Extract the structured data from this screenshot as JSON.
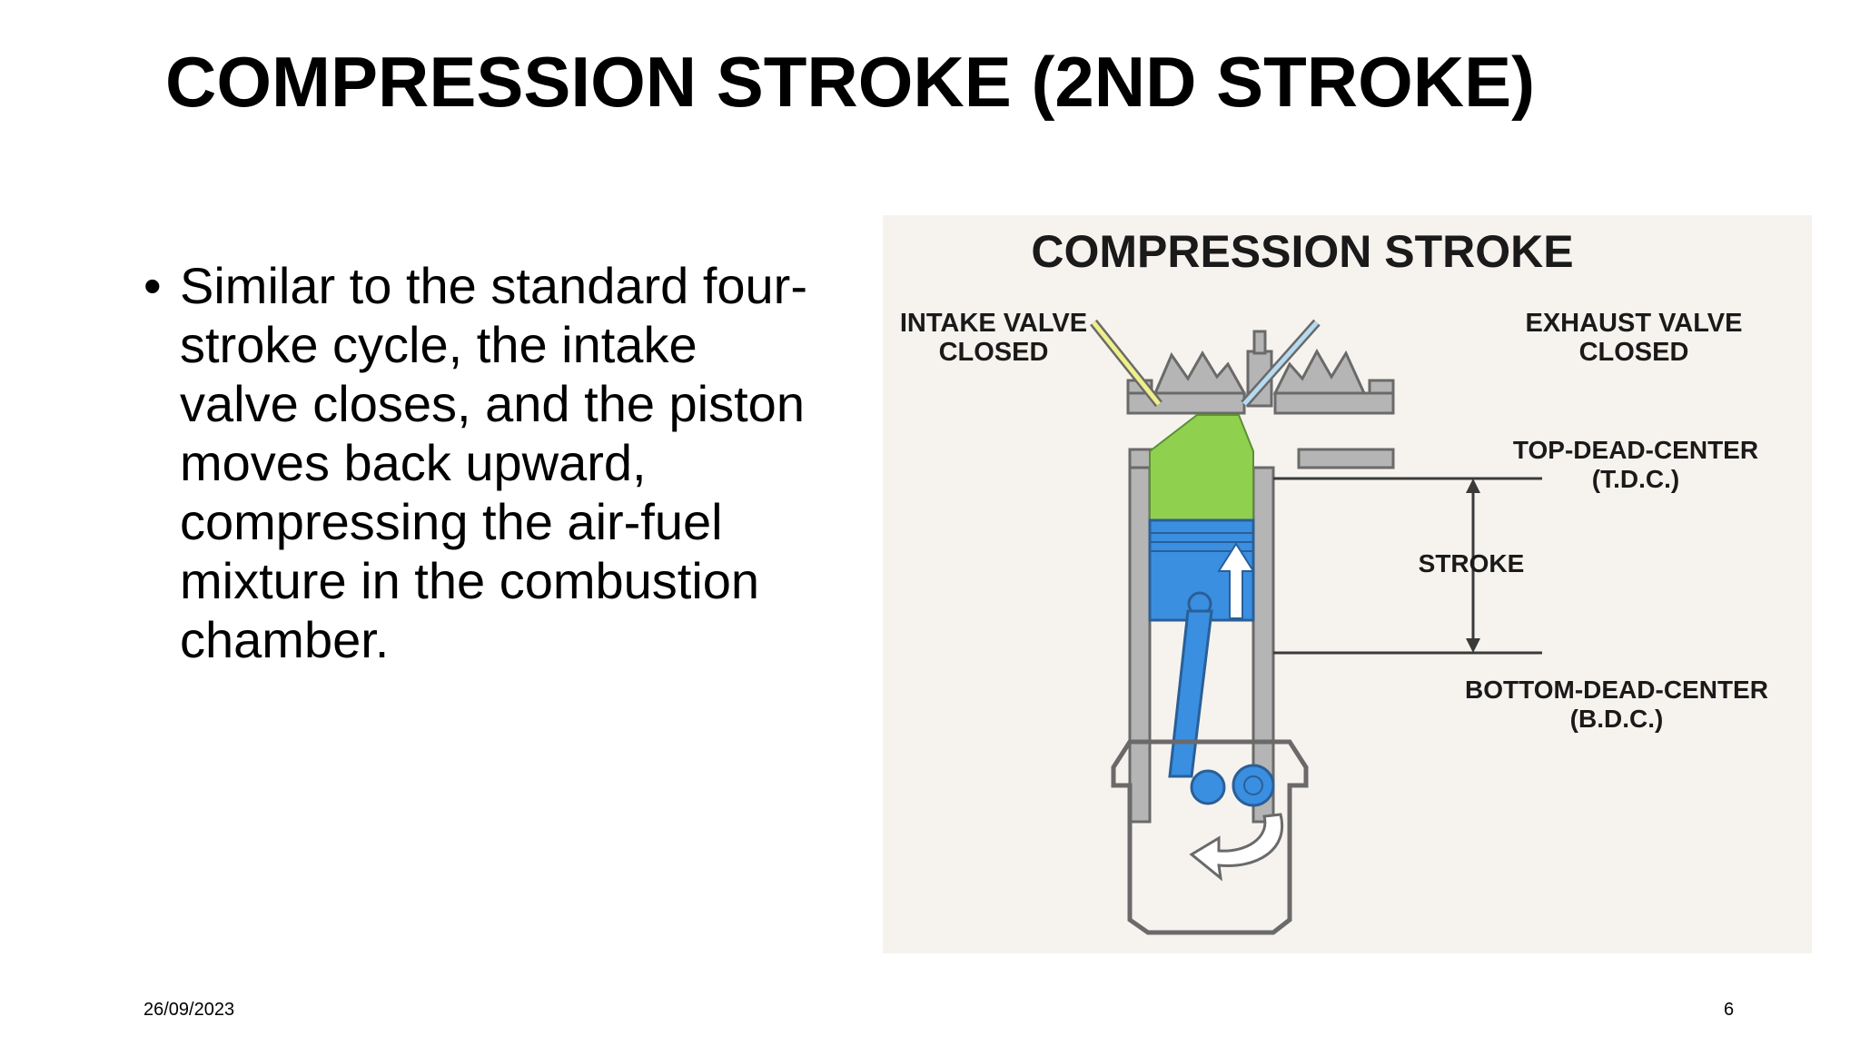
{
  "slide": {
    "title": "COMPRESSION STROKE (2ND STROKE)",
    "bullet_marker": "•",
    "bullet_lines": [
      "Similar to the standard four-",
      "stroke cycle, the intake",
      "valve closes, and the piston",
      "moves back upward,",
      "compressing the air-fuel",
      "mixture in the combustion",
      "chamber."
    ]
  },
  "diagram": {
    "title": "COMPRESSION STROKE",
    "intake_label": [
      "INTAKE VALVE",
      "CLOSED"
    ],
    "exhaust_label": [
      "EXHAUST VALVE",
      "CLOSED"
    ],
    "tdc_label": [
      "TOP-DEAD-CENTER",
      "(T.D.C.)"
    ],
    "stroke_label": "STROKE",
    "bdc_label": [
      "BOTTOM-DEAD-CENTER",
      "(B.D.C.)"
    ],
    "colors": {
      "mixture": "#8fd14f",
      "piston": "#3a8fe0",
      "valve": "#f0f08a",
      "cylinder": "#8a8a8a",
      "background": "#f6f3ee"
    }
  },
  "footer": {
    "date": "26/09/2023",
    "page_number": "6"
  }
}
